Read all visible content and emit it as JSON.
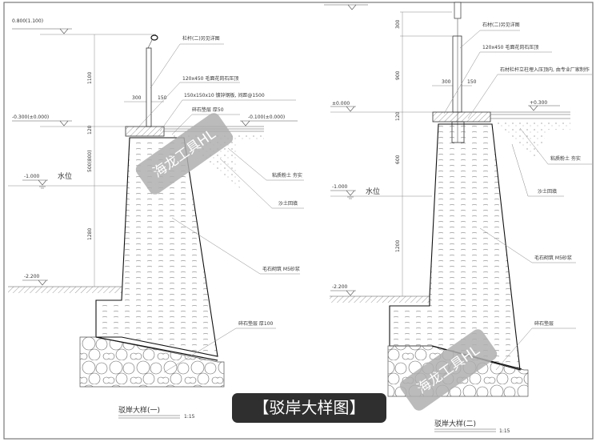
{
  "banner": {
    "title": "【驳岸大样图】"
  },
  "watermark": {
    "text": "海龙工具HL"
  },
  "detail1": {
    "title": "驳岸大样(一)",
    "scale": "1:15",
    "elevations": {
      "top": "0.800(1.100)",
      "cap": "-0.300(±0.000)",
      "ground": "-0.100(±0.000)",
      "water": "-1.000",
      "water_label": "水位",
      "bottom": "-2.200"
    },
    "dims": {
      "rail": "1100",
      "cap_w": "300",
      "cap_r": "150",
      "cap_h": "120",
      "upper": "500(800)",
      "lower": "1280"
    },
    "notes": [
      "栏杆(二)另见详图",
      "120x450 毛面花岗石压顶",
      "150x150x10 镀锌钢板, 间距@1500",
      "碎石垫层 厚50",
      "粘质粉土 夯实",
      "沙土回填",
      "毛石砌筑 M5砂浆",
      "碎石垫层 厚100"
    ]
  },
  "detail2": {
    "title": "驳岸大样(二)",
    "scale": "1:15",
    "elevations": {
      "cap": "±0.000",
      "ground": "+0.300",
      "water": "-1.000",
      "water_label": "水位",
      "bottom": "-2.200"
    },
    "dims": {
      "top": "300",
      "rail": "900",
      "cap_w": "300",
      "cap_r": "150",
      "cap_h": "120",
      "upper": "600",
      "lower": "1200"
    },
    "notes": [
      "石材(二)另见详图",
      "120x450 毛面花岗石压顶",
      "石材栏杆立柱埋入压顶内, 由专业厂家制作",
      "粘质粉土 夯实",
      "沙土回填",
      "毛石砌筑 M5砂浆",
      "碎石垫层"
    ]
  }
}
